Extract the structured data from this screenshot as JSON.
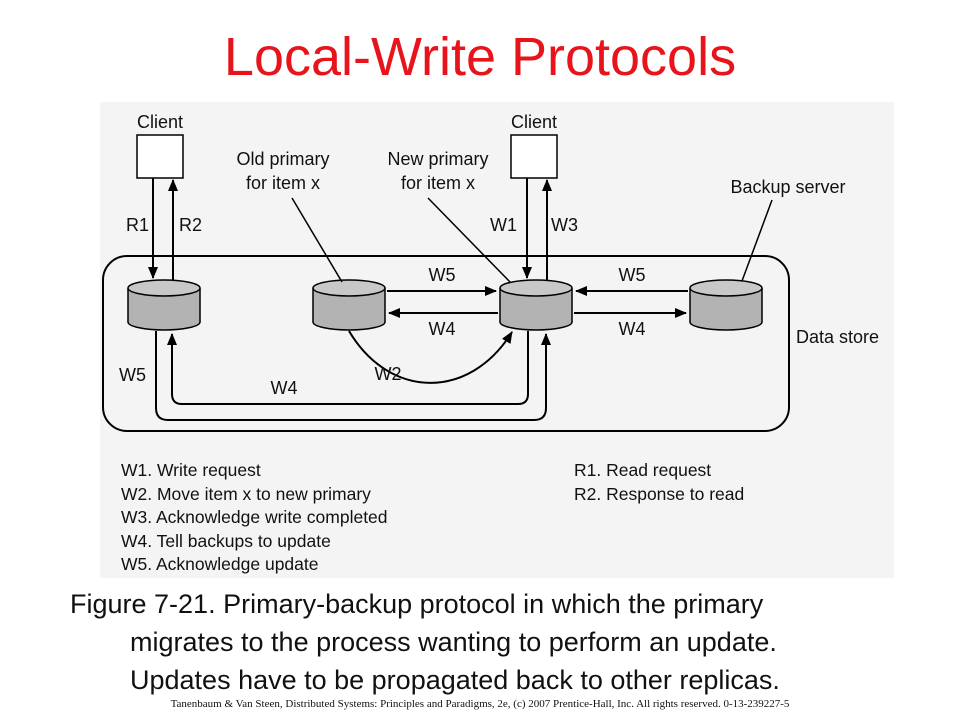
{
  "title": "Local-Write Protocols",
  "diagram": {
    "client_left_label": "Client",
    "client_right_label": "Client",
    "old_primary_label": [
      "Old primary",
      "for item x"
    ],
    "new_primary_label": [
      "New primary",
      "for item x"
    ],
    "backup_server_label": "Backup server",
    "data_store_label": "Data store",
    "edges": {
      "r1": "R1",
      "r2": "R2",
      "w1": "W1",
      "w3": "W3",
      "w5_top_left": "W5",
      "w4_mid_left": "W4",
      "w5_top_right": "W5",
      "w4_mid_right": "W4",
      "w5_bottom_left": "W5",
      "w4_bottom": "W4",
      "w2": "W2"
    }
  },
  "legend_left": [
    "W1. Write request",
    "W2. Move item x to new primary",
    "W3. Acknowledge write completed",
    "W4. Tell backups to update",
    "W5. Acknowledge update"
  ],
  "legend_right": [
    "R1. Read request",
    "R2. Response to read"
  ],
  "caption": [
    "Figure 7-21. Primary-backup protocol in which the primary",
    "migrates to the process wanting to perform an update.",
    "Updates have to be propagated back to other replicas."
  ],
  "credit": "Tanenbaum & Van Steen, Distributed Systems: Principles and Paradigms, 2e, (c) 2007 Prentice-Hall, Inc. All rights reserved. 0-13-239227-5"
}
